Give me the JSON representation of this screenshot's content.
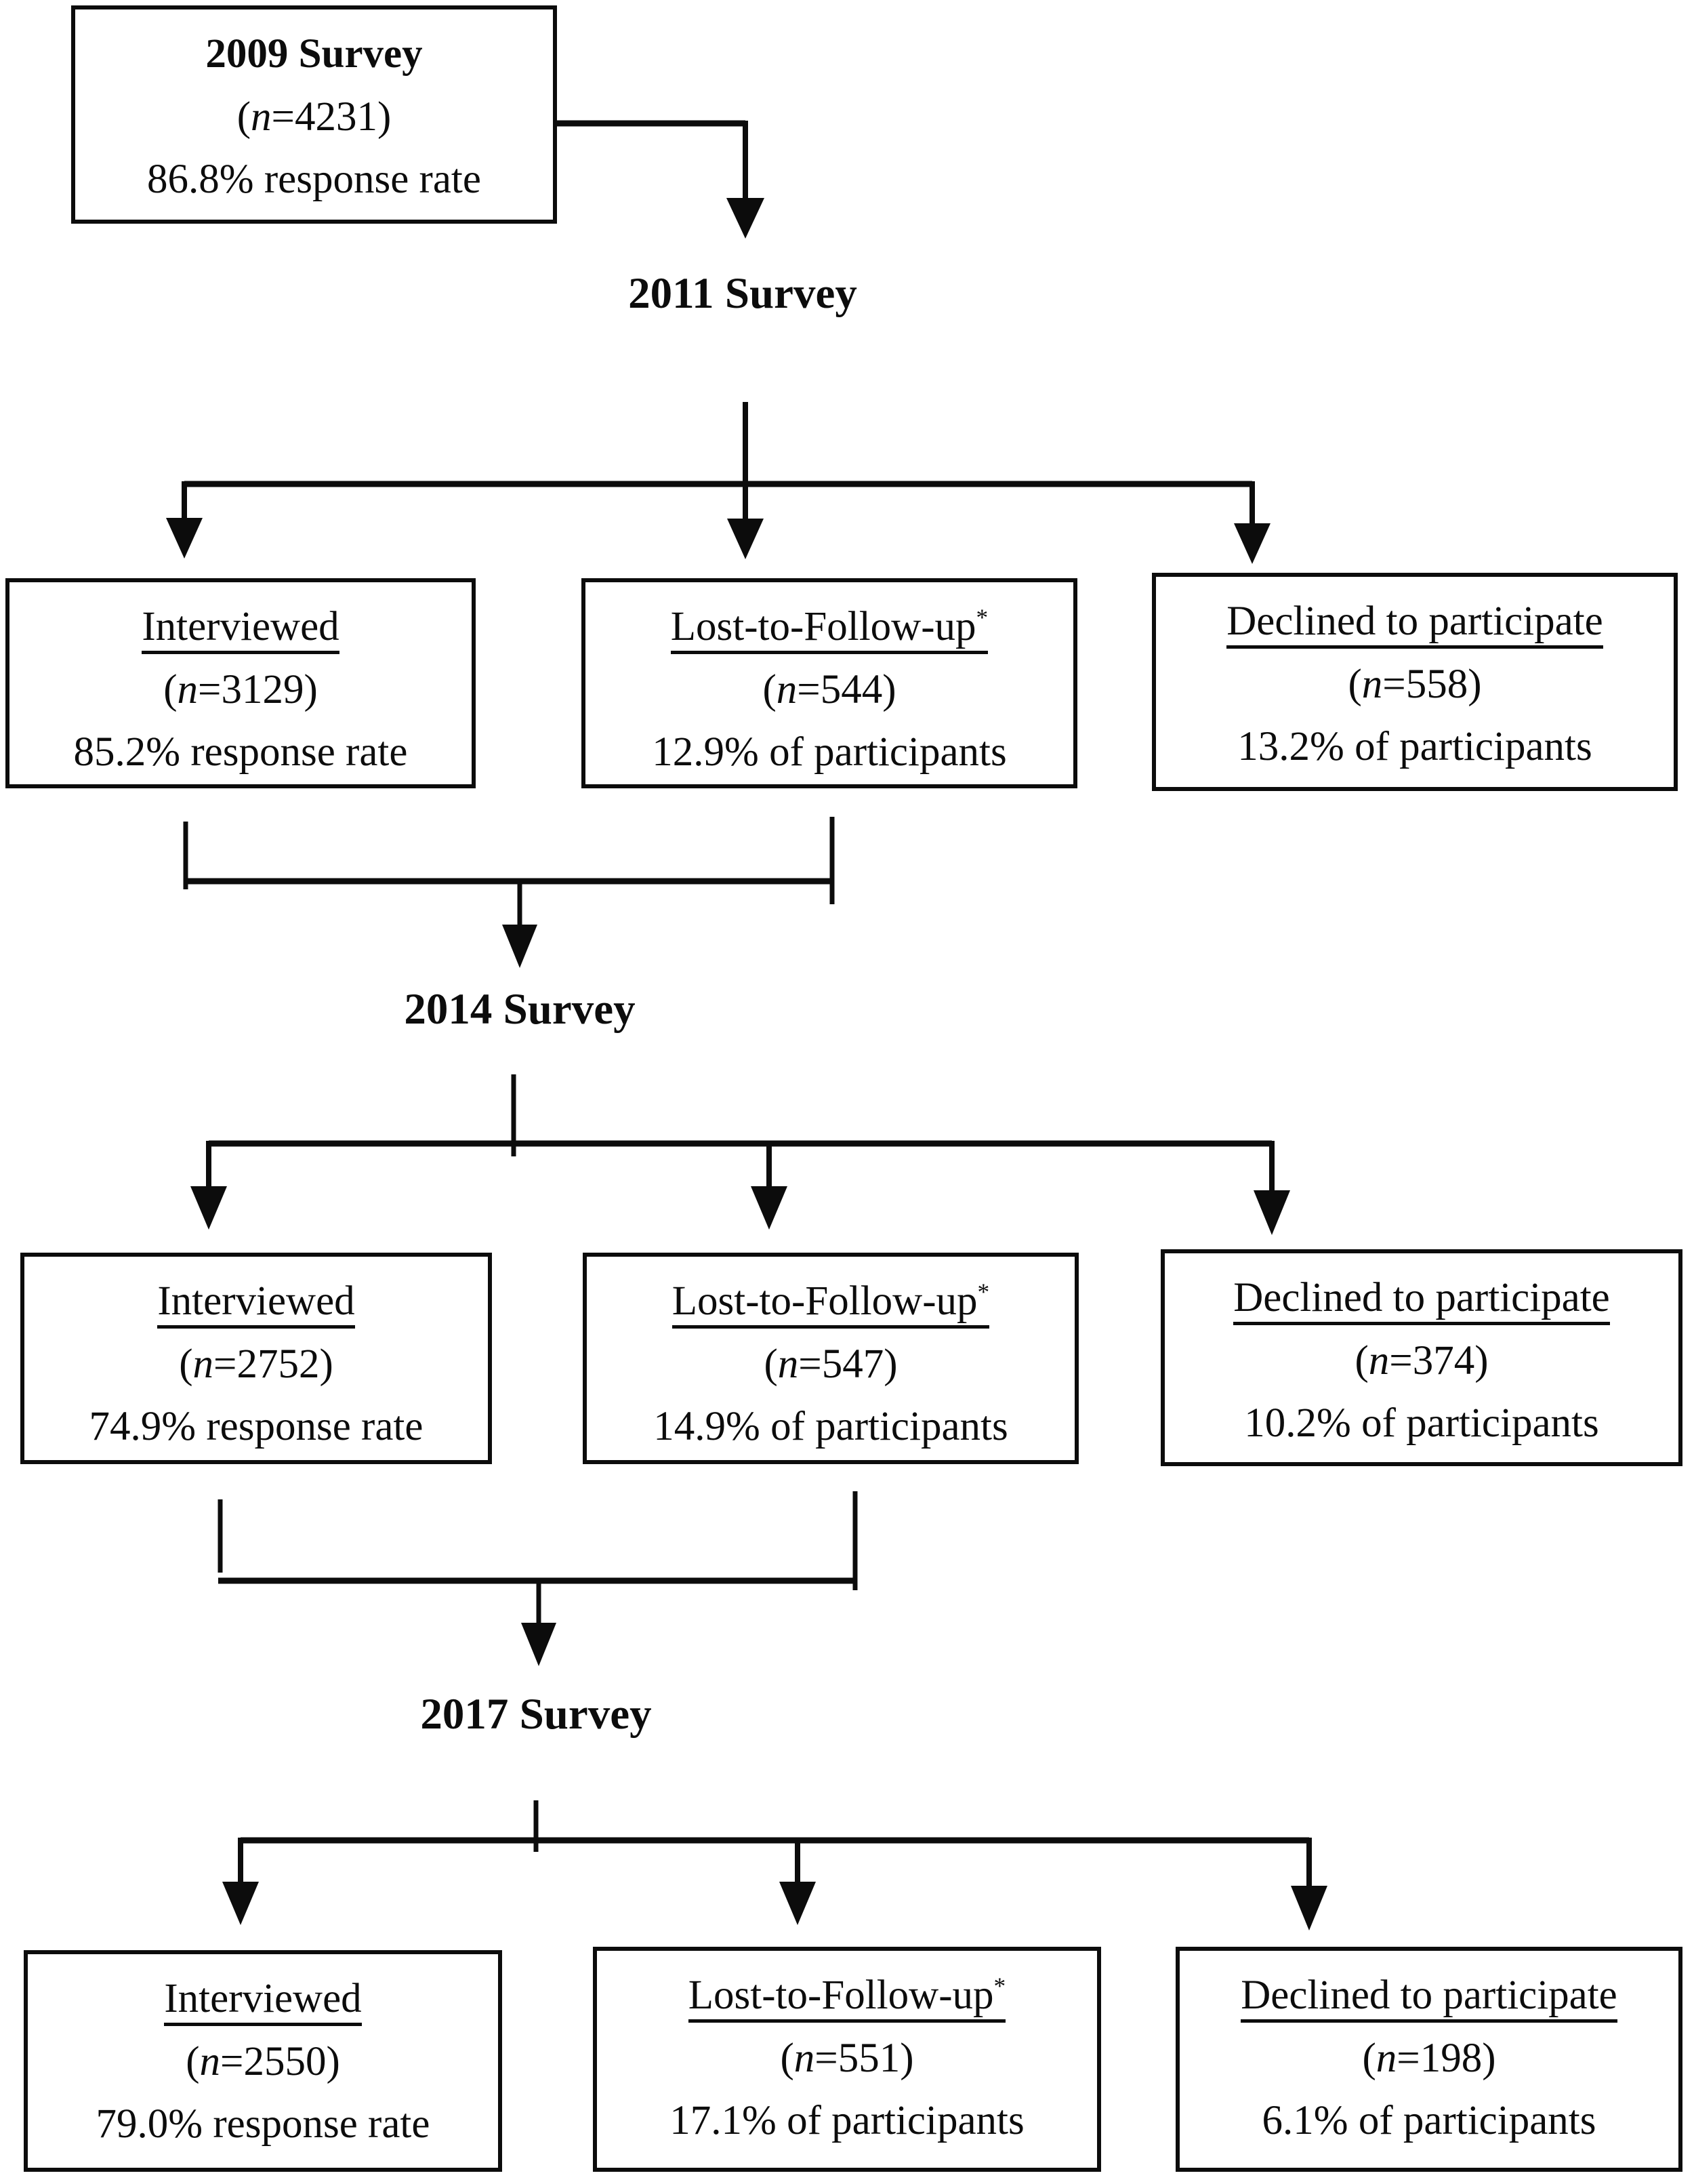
{
  "colors": {
    "ink": "#0c0c0c",
    "background": "#ffffff"
  },
  "figure": {
    "root_box": {
      "title": "2009 Survey",
      "n": "(n=4231)",
      "note": "86.8% response rate"
    },
    "waves": [
      {
        "label": "2011 Survey",
        "outcomes": [
          {
            "title": "Interviewed",
            "sup": "",
            "n": "(n=3129)",
            "note": "85.2% response rate"
          },
          {
            "title": "Lost-to-Follow-up",
            "sup": "*",
            "n": "(n=544)",
            "note": "12.9% of participants"
          },
          {
            "title": "Declined to participate",
            "sup": "",
            "n": "(n=558)",
            "note": "13.2% of participants"
          }
        ]
      },
      {
        "label": "2014 Survey",
        "outcomes": [
          {
            "title": "Interviewed",
            "sup": "",
            "n": "(n=2752)",
            "note": "74.9% response rate"
          },
          {
            "title": "Lost-to-Follow-up",
            "sup": "*",
            "n": "(n=547)",
            "note": "14.9% of participants"
          },
          {
            "title": "Declined to participate",
            "sup": "",
            "n": "(n=374)",
            "note": "10.2% of participants"
          }
        ]
      },
      {
        "label": "2017 Survey",
        "outcomes": [
          {
            "title": "Interviewed",
            "sup": "",
            "n": "(n=2550)",
            "note": "79.0% response rate"
          },
          {
            "title": "Lost-to-Follow-up",
            "sup": "*",
            "n": "(n=551)",
            "note": "17.1% of participants"
          },
          {
            "title": "Declined to participate",
            "sup": "",
            "n": "(n=198)",
            "note": "6.1% of participants"
          }
        ]
      }
    ]
  }
}
